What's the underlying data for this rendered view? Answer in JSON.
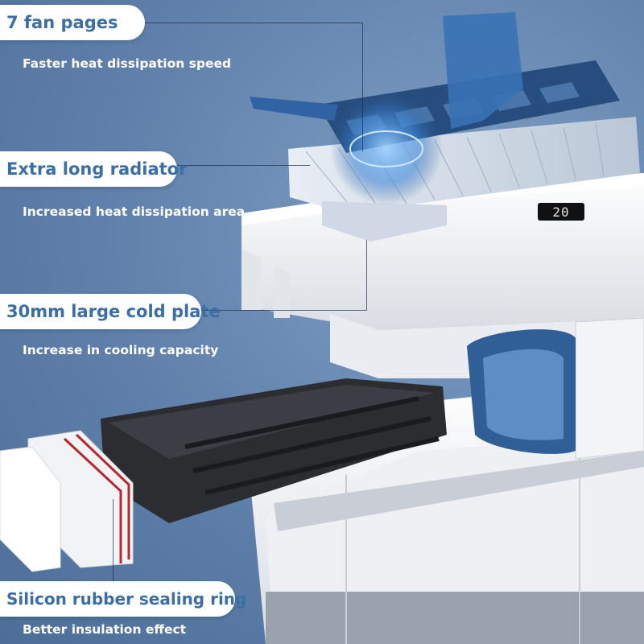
{
  "features": [
    {
      "title": "7 fan pages",
      "subtitle": "Faster heat dissipation speed"
    },
    {
      "title": "Extra long radiator",
      "subtitle": "Increased heat dissipation area"
    },
    {
      "title": "30mm large cold plate",
      "subtitle": "Increase in cooling capacity"
    },
    {
      "title": "Silicon rubber sealing ring",
      "subtitle": "Better insulation effect"
    }
  ],
  "device": {
    "display_reading": "20"
  },
  "colors": {
    "background": "#5f80aa",
    "accent": "#3a6ea5",
    "fan_blue": "#2a5c95",
    "body_white": "#f4f5f7"
  }
}
